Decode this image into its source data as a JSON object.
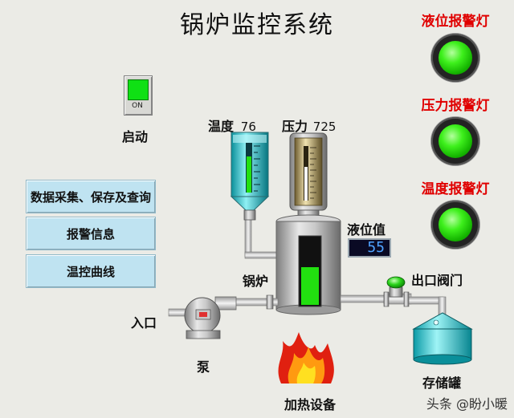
{
  "title": "锅炉监控系统",
  "alarms": [
    {
      "label": "液位报警灯",
      "state": "green"
    },
    {
      "label": "压力报警灯",
      "state": "green"
    },
    {
      "label": "温度报警灯",
      "state": "green"
    }
  ],
  "start": {
    "indicator_text": "ON",
    "label": "启动"
  },
  "nav": {
    "data_btn": "数据采集、保存及查询",
    "alarm_info_btn": "报警信息",
    "temp_curve_btn": "温控曲线"
  },
  "gauges": {
    "temperature": {
      "label": "温度",
      "value": "76"
    },
    "pressure": {
      "label": "压力",
      "value": "725"
    }
  },
  "level": {
    "label": "液位值",
    "value": "55"
  },
  "equipment": {
    "boiler": "锅炉",
    "outlet_valve": "出口阀门",
    "inlet": "入口",
    "pump": "泵",
    "heater": "加热设备",
    "tank": "存储罐"
  },
  "watermark": "头条 @盼小暖",
  "colors": {
    "alarm_text": "#e00000",
    "lamp_ok": "#3ef01c",
    "nav_bg": "#bfe3f1",
    "level_fill": "#22e010"
  }
}
